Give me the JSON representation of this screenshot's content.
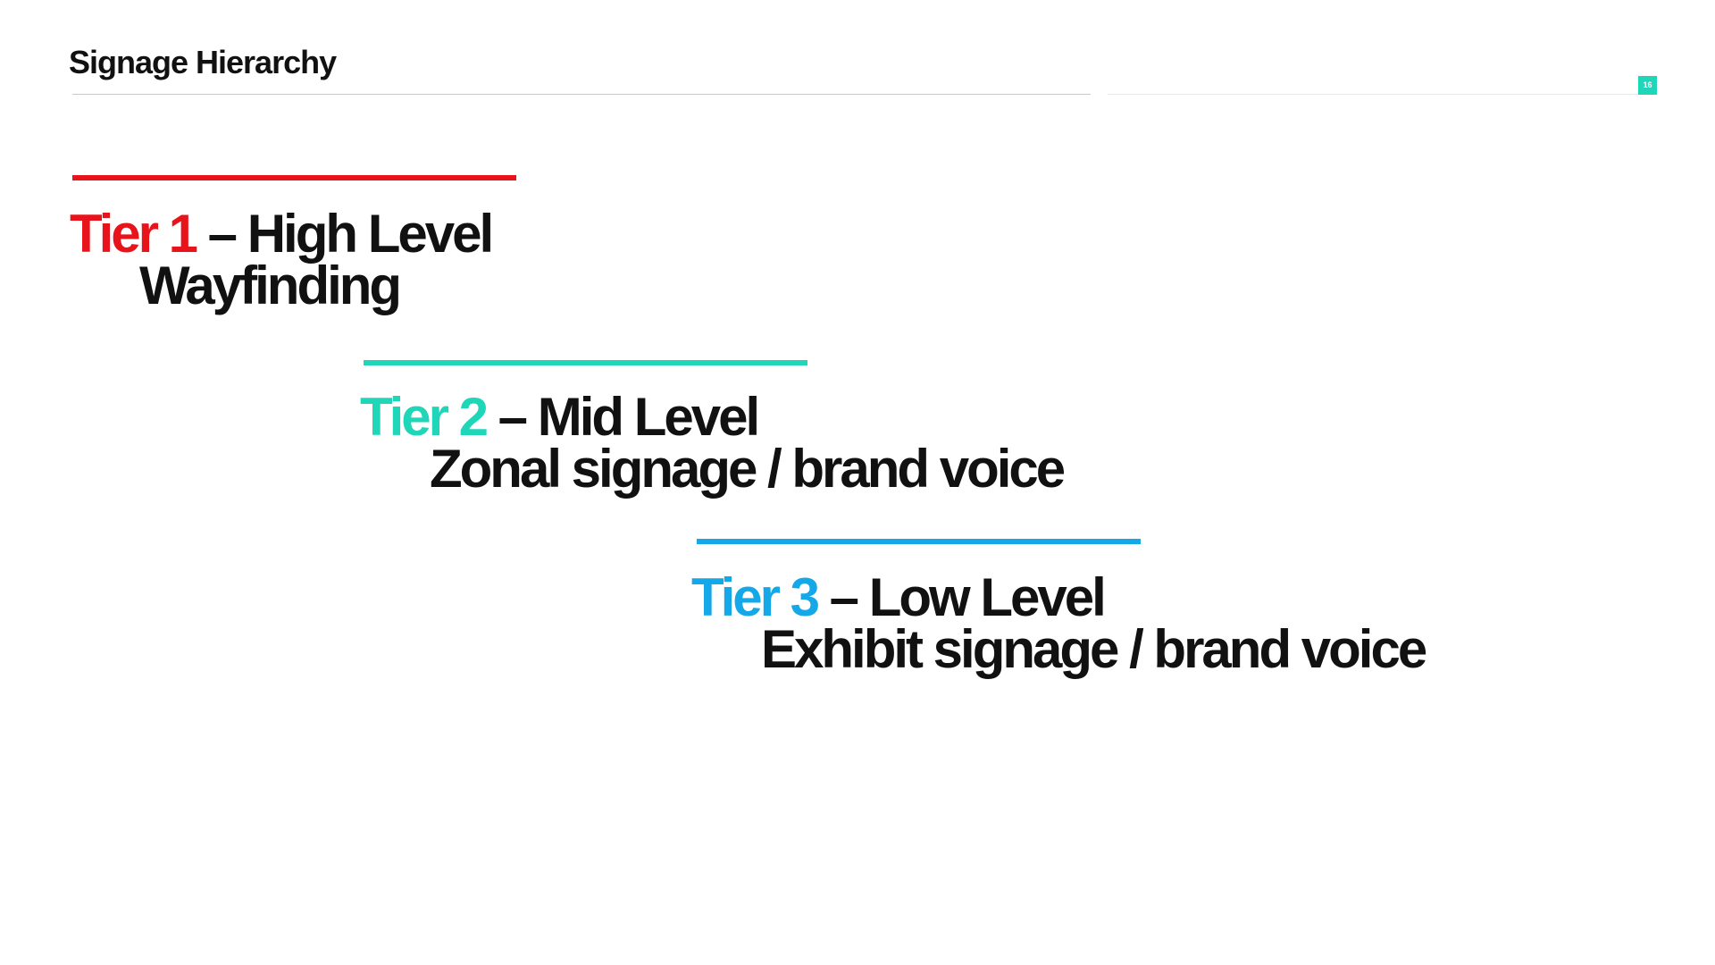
{
  "slide": {
    "title": "Signage Hierarchy",
    "page_number": "16",
    "accent_color": "#1fd6b8"
  },
  "tiers": [
    {
      "name": "Tier 1",
      "dash": " – ",
      "level": "High Level",
      "description": "Wayfinding",
      "color": "#e8141b"
    },
    {
      "name": "Tier 2",
      "dash": " – ",
      "level": "Mid Level",
      "description": "Zonal signage / brand voice",
      "color": "#1fd6b8"
    },
    {
      "name": "Tier 3",
      "dash": " – ",
      "level": "Low Level",
      "description": "Exhibit signage / brand voice",
      "color": "#14a8e8"
    }
  ]
}
